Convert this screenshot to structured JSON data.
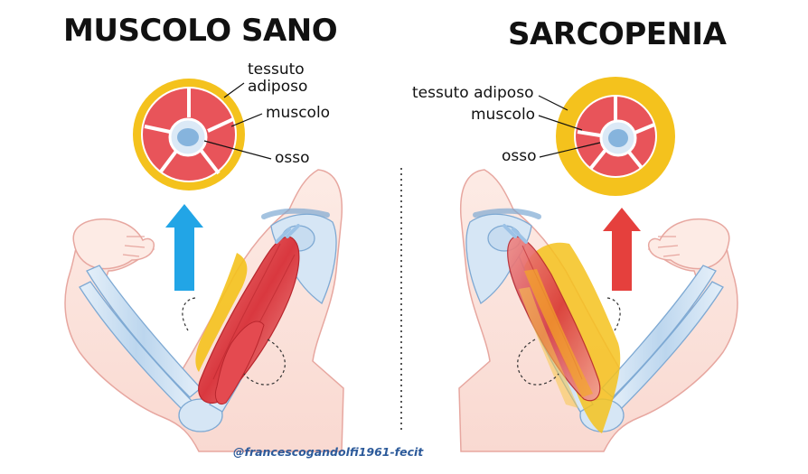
{
  "colors": {
    "fat": "#f4c21d",
    "muscle": "#e8545a",
    "muscle_light": "#f3b1ad",
    "bone": "#c7dcf0",
    "bone_core": "#86b4dd",
    "skin": "#fbe4dd",
    "skin_outline": "#e7a7a0",
    "arrow_healthy": "#22a5e6",
    "arrow_sarcopenia": "#e5403d",
    "divider": "#555555"
  },
  "left_panel": {
    "title": "MUSCOLO SANO",
    "labels": {
      "fat_line1": "tessuto",
      "fat_line2": "adiposo",
      "muscle": "muscolo",
      "bone": "osso"
    },
    "arrow_icon": "arrow-up-icon"
  },
  "right_panel": {
    "title": "SARCOPENIA",
    "labels": {
      "fat": "tessuto adiposo",
      "muscle": "muscolo",
      "bone": "osso"
    },
    "arrow_icon": "arrow-up-icon"
  },
  "credit": "@francescogandolfi1961-fecit"
}
